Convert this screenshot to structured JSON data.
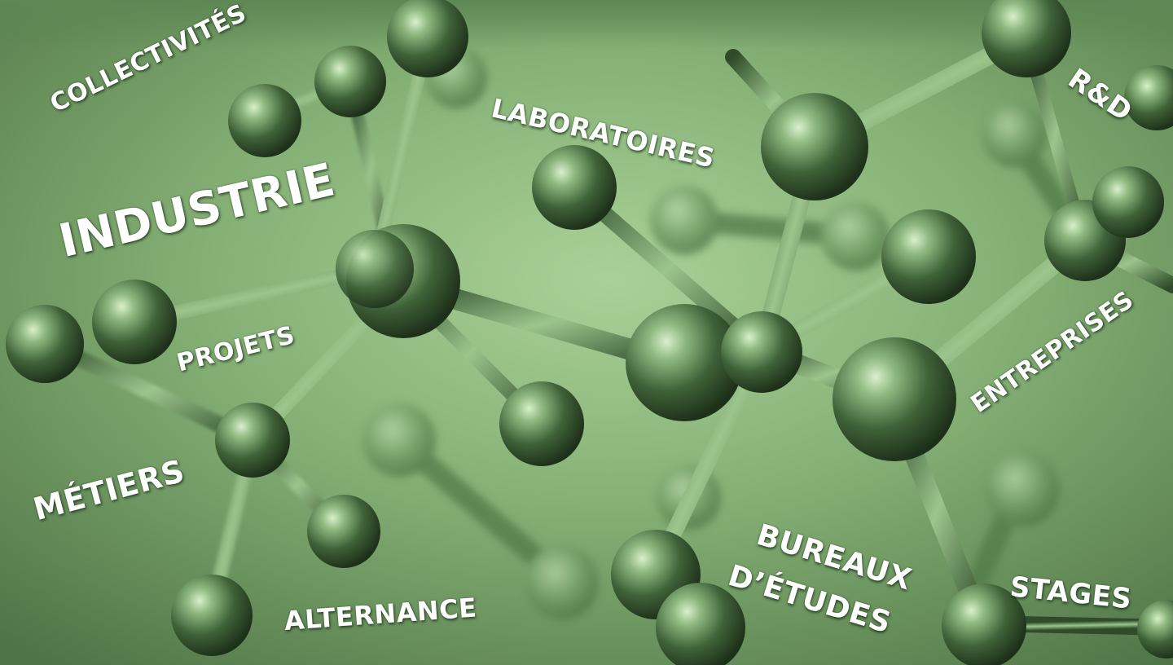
{
  "image": {
    "description_icon": "molecule-network-icon",
    "tint_color": "#7fa672"
  },
  "labels": {
    "collectivites": "COLLECTIVITÉS",
    "laboratoires": "LABORATOIRES",
    "rd": "R&D",
    "industrie": "INDUSTRIE",
    "projets": "PROJETS",
    "entreprises": "ENTREPRISES",
    "metiers": "MÉTIERS",
    "bureaux": "BUREAUX",
    "etudes": "D’ÉTUDES",
    "stages": "STAGES",
    "alternance": "ALTERNANCE"
  }
}
